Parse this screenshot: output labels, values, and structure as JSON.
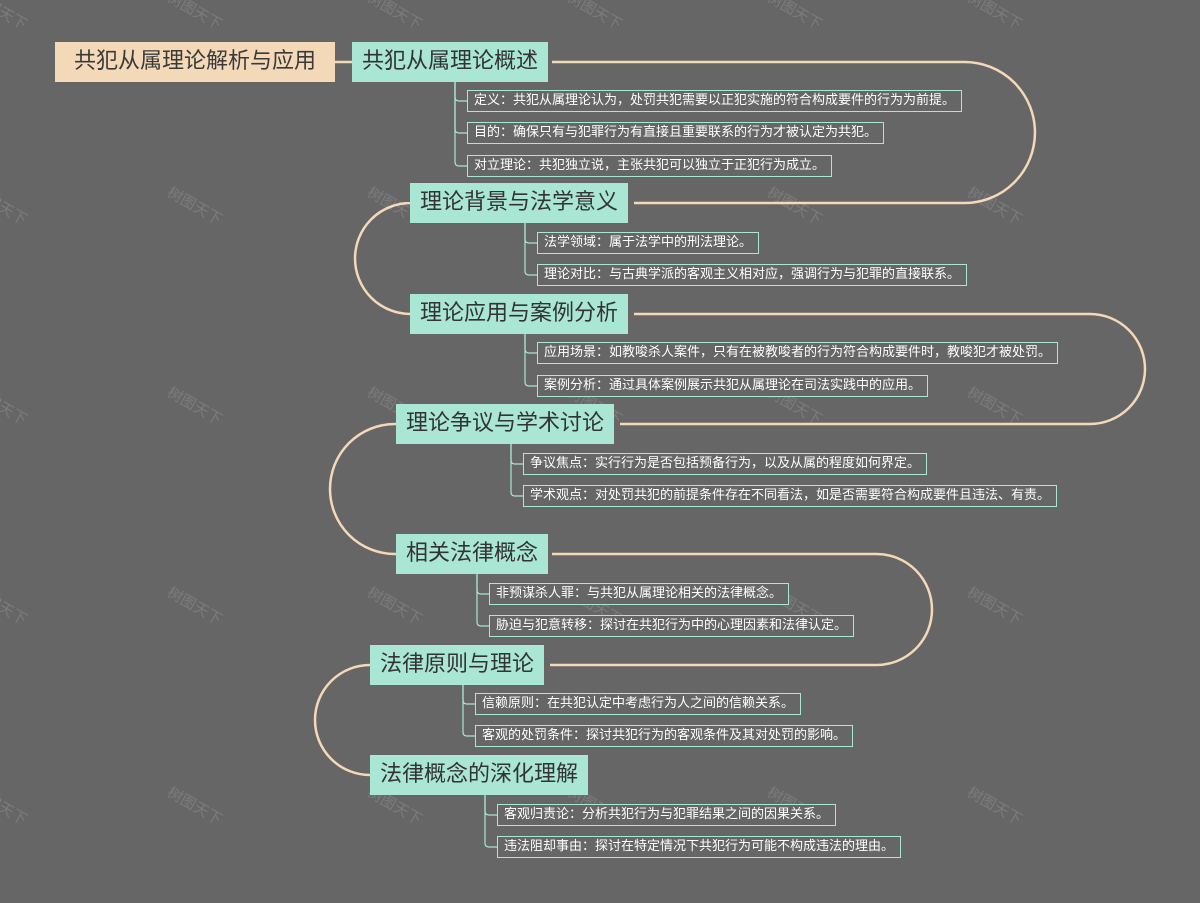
{
  "root": {
    "title": "共犯从属理论解析与应用"
  },
  "watermark": "树图天下",
  "colors": {
    "background": "#666666",
    "root_fill": "#f4d9b8",
    "topic_fill": "#a9e6d4",
    "leaf_border": "#a9e6d4",
    "curve": "#f4d9b8"
  },
  "topics": [
    {
      "label": "共犯从属理论概述",
      "children": [
        "定义：共犯从属理论认为，处罚共犯需要以正犯实施的符合构成要件的行为为前提。",
        "目的：确保只有与犯罪行为有直接且重要联系的行为才被认定为共犯。",
        "对立理论：共犯独立说，主张共犯可以独立于正犯行为成立。"
      ]
    },
    {
      "label": "理论背景与法学意义",
      "children": [
        "法学领域：属于法学中的刑法理论。",
        "理论对比：与古典学派的客观主义相对应，强调行为与犯罪的直接联系。"
      ]
    },
    {
      "label": "理论应用与案例分析",
      "children": [
        "应用场景：如教唆杀人案件，只有在被教唆者的行为符合构成要件时，教唆犯才被处罚。",
        "案例分析：通过具体案例展示共犯从属理论在司法实践中的应用。"
      ]
    },
    {
      "label": "理论争议与学术讨论",
      "children": [
        "争议焦点：实行行为是否包括预备行为，以及从属的程度如何界定。",
        "学术观点：对处罚共犯的前提条件存在不同看法，如是否需要符合构成要件且违法、有责。"
      ]
    },
    {
      "label": "相关法律概念",
      "children": [
        "非预谋杀人罪：与共犯从属理论相关的法律概念。",
        "胁迫与犯意转移：探讨在共犯行为中的心理因素和法律认定。"
      ]
    },
    {
      "label": "法律原则与理论",
      "children": [
        "信赖原则：在共犯认定中考虑行为人之间的信赖关系。",
        "客观的处罚条件：探讨共犯行为的客观条件及其对处罚的影响。"
      ]
    },
    {
      "label": "法律概念的深化理解",
      "children": [
        "客观归责论：分析共犯行为与犯罪结果之间的因果关系。",
        "违法阻却事由：探讨在特定情况下共犯行为可能不构成违法的理由。"
      ]
    }
  ]
}
